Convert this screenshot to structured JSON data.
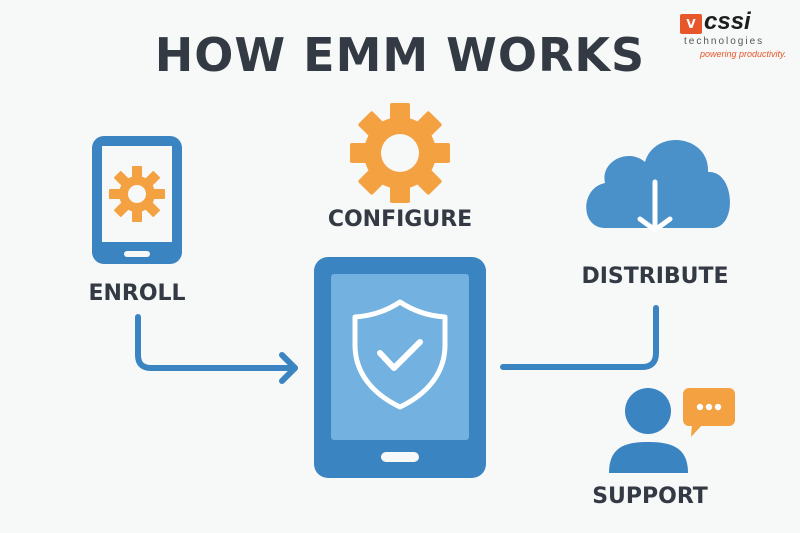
{
  "title": "HOW EMM WORKS",
  "logo": {
    "mark": "V",
    "name": "cssi",
    "sub": "technologies",
    "tagline": "powering productivity."
  },
  "steps": [
    {
      "id": "enroll",
      "label": "ENROLL",
      "icon": "phone-gear-icon"
    },
    {
      "id": "configure",
      "label": "CONFIGURE",
      "icon": "gear-icon"
    },
    {
      "id": "secure",
      "label": "",
      "icon": "tablet-shield-check-icon"
    },
    {
      "id": "distribute",
      "label": "DISTRIBUTE",
      "icon": "cloud-download-icon"
    },
    {
      "id": "support",
      "label": "SUPPORT",
      "icon": "user-chat-icon"
    }
  ],
  "colors": {
    "blue": "#3a84c2",
    "light_blue": "#72b1e0",
    "orange": "#f4a142",
    "text": "#333a44",
    "brand_orange": "#e8572a"
  }
}
